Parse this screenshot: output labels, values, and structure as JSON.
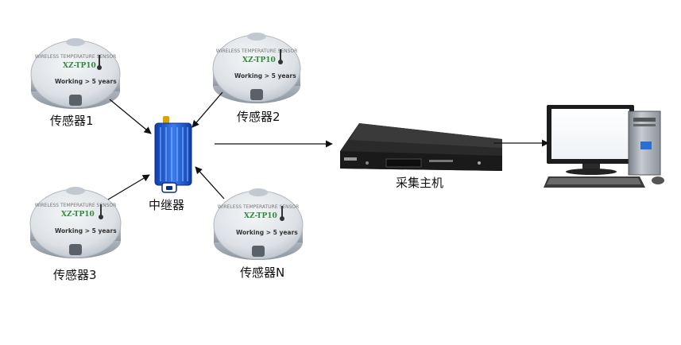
{
  "sensors": [
    {
      "label": "传感器1",
      "model": "XZ-TP10",
      "spec": "Working  > 5 years"
    },
    {
      "label": "传感器2",
      "model": "XZ-TP10",
      "spec": "Working  > 5 years"
    },
    {
      "label": "传感器3",
      "model": "XZ-TP10",
      "spec": "Working  > 5 years"
    },
    {
      "label": "传感器N",
      "model": "XZ-TP10",
      "spec": "Working  > 5 years"
    }
  ],
  "repeater": {
    "label": "中继器"
  },
  "host": {
    "label": "采集主机"
  },
  "colors": {
    "sensor_body": "#dfe3e8",
    "sensor_shadow": "#9aa3ad",
    "model_text": "#2e8b3e",
    "repeater_blue": "#1f5fd6",
    "host_body": "#222222",
    "arrow": "#111111"
  }
}
